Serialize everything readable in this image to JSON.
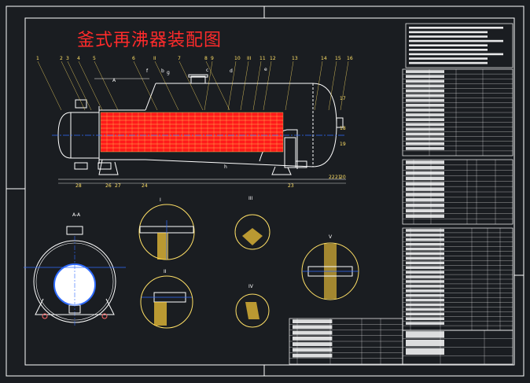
{
  "drawing": {
    "title": "釜式再沸器装配图",
    "colors": {
      "background": "#1a1d21",
      "frame": "#ffffff",
      "shell": "#ffffff",
      "tube_fill": "#ff1a1a",
      "tube_grid": "#ffe066",
      "leader": "#ffe066",
      "centerline": "#2f6bff",
      "hatch": "#ffcf3a",
      "flange": "#ff6a6a"
    },
    "top_labels": [
      "1",
      "2",
      "3",
      "4",
      "5",
      "6",
      "II",
      "7",
      "8",
      "9",
      "10",
      "III",
      "11",
      "12",
      "13",
      "14",
      "15",
      "16"
    ],
    "side_labels": [
      "17",
      "18",
      "19"
    ],
    "bottom_labels": [
      "28",
      "26",
      "27",
      "24",
      "23",
      "22",
      "21",
      "20"
    ],
    "section_labels": [
      "A",
      "b",
      "c",
      "d",
      "e",
      "f",
      "g",
      "h"
    ],
    "detail_labels": [
      "I",
      "II",
      "III",
      "IV",
      "V",
      "A-A"
    ]
  }
}
